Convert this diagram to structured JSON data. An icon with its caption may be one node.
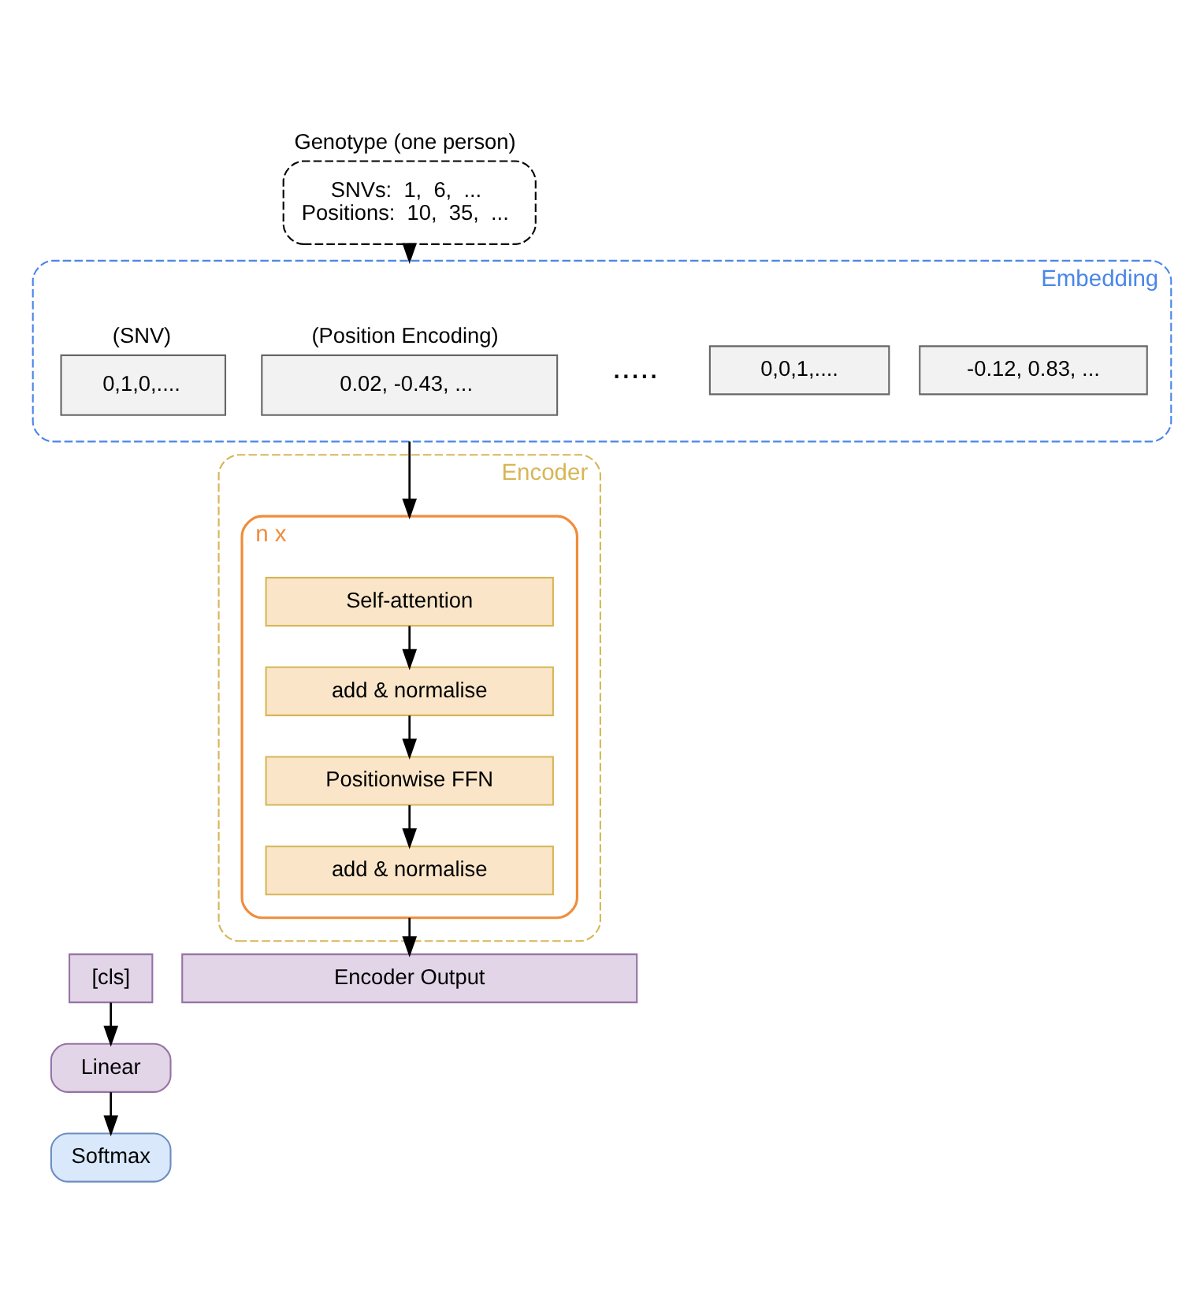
{
  "diagram": {
    "nodes": [
      {
        "text": [
          "Genotype (one person)",
          "SNVs:  1,  6,  ...",
          "Positions:  10,  35,  ..."
        ]
      },
      {
        "text": [
          "Embedding"
        ]
      },
      {
        "text": [
          "0,1,0,...."
        ],
        "in": 1,
        "beside": [
          "(SNV)"
        ]
      },
      {
        "text": [
          "0.02, -0.43, ..."
        ],
        "in": 1,
        "beside": [
          "(Position Encoding)"
        ]
      },
      {
        "text": [
          "0,0,1,...."
        ],
        "in": 1
      },
      {
        "text": [
          "-0.12, 0.83, ..."
        ],
        "in": 1
      },
      {
        "text": [
          "Encoder"
        ]
      },
      {
        "text": [],
        "shape": "box",
        "in": 6,
        "beside": [
          "n x"
        ]
      },
      {
        "text": [
          "Self-attention"
        ],
        "in": 7
      },
      {
        "text": [
          "add & normalise"
        ],
        "in": 7
      },
      {
        "text": [
          "Positionwise FFN"
        ],
        "in": 7
      },
      {
        "text": [
          "add & normalise"
        ],
        "in": 7
      },
      {
        "text": [
          "[cls]"
        ]
      },
      {
        "text": [
          "Encoder Output"
        ]
      },
      {
        "text": [
          "Linear"
        ]
      },
      {
        "text": [
          "Softmax"
        ]
      }
    ],
    "edges": [
      {
        "from": 0,
        "to": 1,
        "arrow": "to"
      },
      {
        "from": 1,
        "to": 7,
        "arrow": "to"
      },
      {
        "from": 8,
        "to": 9,
        "arrow": "to"
      },
      {
        "from": 9,
        "to": 10,
        "arrow": "to"
      },
      {
        "from": 10,
        "to": 11,
        "arrow": "to"
      },
      {
        "from": 7,
        "to": 13,
        "arrow": "to"
      },
      {
        "from": 12,
        "to": 14,
        "arrow": "to"
      },
      {
        "from": 14,
        "to": 15,
        "arrow": "to"
      }
    ],
    "labels": [
      "....."
    ]
  }
}
